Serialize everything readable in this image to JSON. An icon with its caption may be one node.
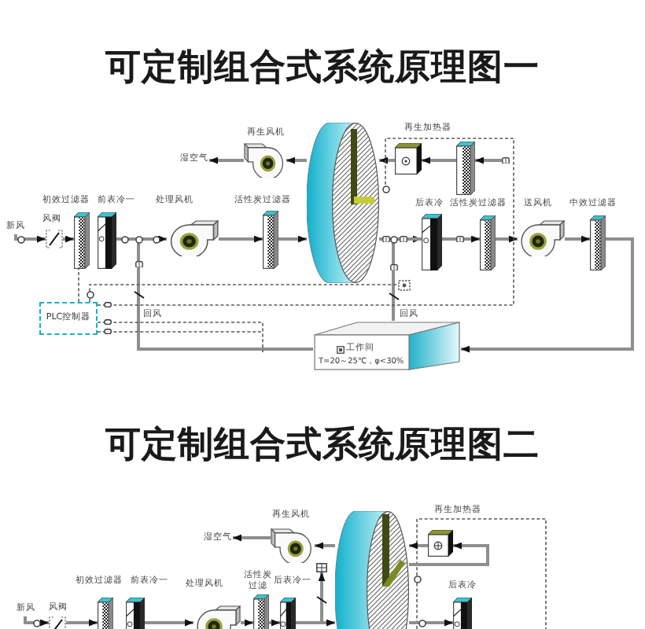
{
  "diagram": {
    "title": "可定制组合式系统原理图一",
    "nodes": [
      {
        "text": [
          "湿空气"
        ]
      },
      {
        "text": [
          "再生风机"
        ]
      },
      {
        "text": [],
        "shape": "cylinder"
      },
      {
        "text": [
          "再生加热器"
        ]
      },
      {
        "text": [],
        "shape": "box"
      },
      {
        "text": [
          "新风"
        ]
      },
      {
        "text": [
          "风阀"
        ]
      },
      {
        "text": [
          "初效过滤器"
        ]
      },
      {
        "text": [
          "前表冷一"
        ]
      },
      {
        "text": [
          "处理风机"
        ]
      },
      {
        "text": [
          "活性炭过滤器"
        ]
      },
      {
        "text": [
          "后表冷"
        ]
      },
      {
        "text": [
          "活性炭过滤器"
        ]
      },
      {
        "text": [
          "送风机"
        ]
      },
      {
        "text": [
          "中效过滤器"
        ]
      },
      {
        "text": [
          "工作间",
          "T=20～25℃，φ<30%"
        ]
      },
      {
        "text": [
          "PLC控制器"
        ]
      },
      {
        "text": [
          "湿空气"
        ]
      },
      {
        "text": [
          "再生风机"
        ]
      },
      {
        "text": [],
        "shape": "cylinder"
      },
      {
        "text": [
          "再生加热器"
        ]
      },
      {
        "text": [
          "新风"
        ]
      },
      {
        "text": [
          "风阀"
        ]
      },
      {
        "text": [
          "初效过滤器"
        ]
      },
      {
        "text": [
          "前表冷一"
        ]
      },
      {
        "text": [
          "处理风机"
        ]
      },
      {
        "text": [
          "活性炭过滤"
        ]
      },
      {
        "text": [
          "后表冷一"
        ]
      },
      {
        "text": [
          "后表冷"
        ]
      },
      {
        "text": [],
        "shape": "circle"
      },
      {
        "text": [],
        "shape": "box"
      },
      {
        "text": [],
        "shape": "box"
      }
    ],
    "edges": [
      {
        "from": 1,
        "to": 0,
        "arrow": "to"
      },
      {
        "from": 2,
        "to": 1,
        "arrow": "to"
      },
      {
        "from": 3,
        "to": 2,
        "arrow": "to"
      },
      {
        "from": 4,
        "to": 3,
        "arrow": "to"
      },
      {
        "from": null,
        "to": 4,
        "arrow": "to"
      },
      {
        "from": 5,
        "to": 6,
        "arrow": "to"
      },
      {
        "from": 6,
        "to": 7,
        "arrow": "to"
      },
      {
        "from": 8,
        "to": 9,
        "arrow": "to"
      },
      {
        "from": 9,
        "to": 10,
        "arrow": "to"
      },
      {
        "from": 10,
        "to": 2,
        "arrow": "to"
      },
      {
        "from": 2,
        "to": 11,
        "arrow": "to"
      },
      {
        "from": 11,
        "to": 12,
        "arrow": "to"
      },
      {
        "from": 12,
        "to": 13,
        "arrow": "to"
      },
      {
        "from": 13,
        "to": 14,
        "arrow": "to"
      },
      {
        "from": 14,
        "to": 15,
        "arrow": "to"
      },
      {
        "from": 15,
        "to": 9,
        "arrow": "to",
        "label": "回风"
      },
      {
        "from": 15,
        "to": 11,
        "arrow": "none",
        "label": "回风"
      },
      {
        "from": 16,
        "to": 29,
        "arrow": "none",
        "style": "dashed"
      },
      {
        "from": 16,
        "to": null,
        "arrow": "none",
        "style": "dashed"
      },
      {
        "from": 16,
        "to": null,
        "arrow": "none",
        "style": "dashed"
      },
      {
        "from": 16,
        "to": 7,
        "arrow": "none",
        "style": "dashed"
      },
      {
        "from": 16,
        "to": 30,
        "arrow": "none",
        "style": "dashed"
      },
      {
        "from": 18,
        "to": 17,
        "arrow": "to"
      },
      {
        "from": 19,
        "to": 18,
        "arrow": "to"
      },
      {
        "from": 20,
        "to": 19,
        "arrow": "to"
      },
      {
        "from": 19,
        "to": 20,
        "arrow": "to"
      },
      {
        "from": 21,
        "to": 22,
        "arrow": "to"
      },
      {
        "from": 22,
        "to": 23,
        "arrow": "to"
      },
      {
        "from": 24,
        "to": 25,
        "arrow": "to"
      },
      {
        "from": 25,
        "to": 26,
        "arrow": "to"
      },
      {
        "from": 26,
        "to": 27,
        "arrow": "to"
      },
      {
        "from": 27,
        "to": 19,
        "arrow": "to"
      },
      {
        "from": 19,
        "to": 28,
        "arrow": "to"
      },
      {
        "from": 27,
        "to": 31,
        "arrow": "to"
      }
    ],
    "labels": [
      "可定制组合式系统原理图二"
    ]
  }
}
